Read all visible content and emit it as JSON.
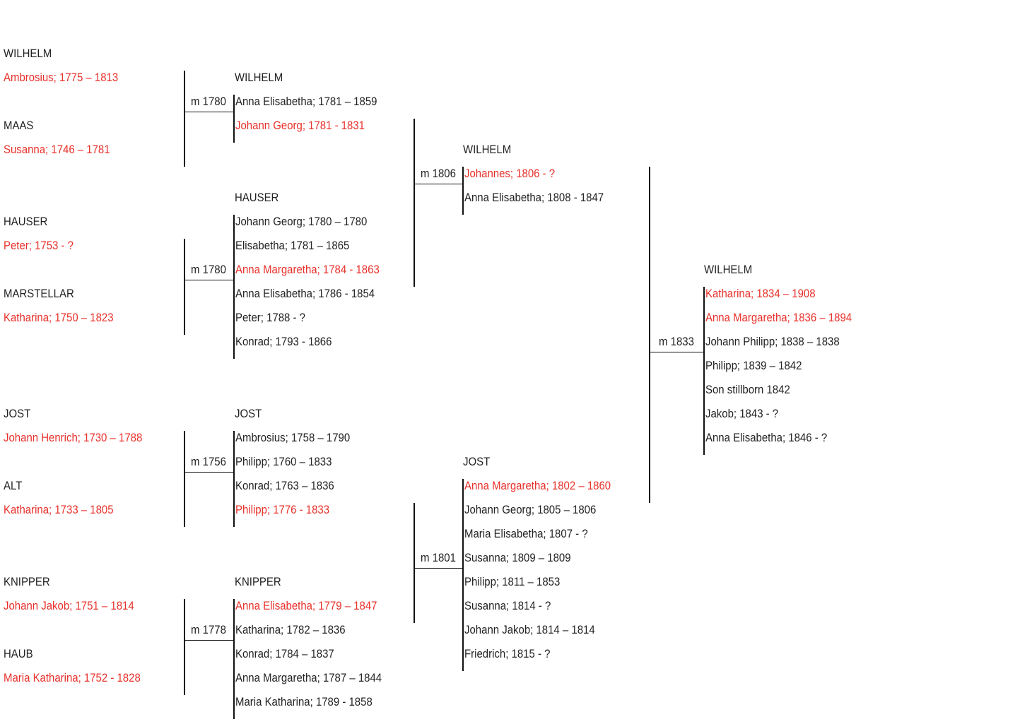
{
  "colors": {
    "text": "#222222",
    "highlight": "#e8302a",
    "line": "#111111"
  },
  "col1": {
    "g1": {
      "surname1": "WILHELM",
      "person1": "Ambrosius; 1775 – 1813",
      "surname2": "MAAS",
      "person2": "Susanna; 1746 – 1781",
      "marriage": "m 1780"
    },
    "g2": {
      "surname1": "HAUSER",
      "person1": "Peter; 1753 - ?",
      "surname2": "MARSTELLAR",
      "person2": "Katharina; 1750 – 1823",
      "marriage": "m 1780"
    },
    "g3": {
      "surname1": "JOST",
      "person1": "Johann Henrich; 1730 – 1788",
      "surname2": "ALT",
      "person2": "Katharina; 1733 – 1805",
      "marriage": "m 1756"
    },
    "g4": {
      "surname1": "KNIPPER",
      "person1": "Johann Jakob; 1751 – 1814",
      "surname2": "HAUB",
      "person2": "Maria Katharina; 1752 - 1828",
      "marriage": "m 1778"
    }
  },
  "col2": {
    "g1": {
      "surname": "WILHELM",
      "children": [
        "Anna Elisabetha; 1781 – 1859",
        "Johann Georg; 1781 - 1831"
      ]
    },
    "g2": {
      "surname": "HAUSER",
      "children": [
        "Johann Georg; 1780 – 1780",
        "Elisabetha; 1781 – 1865",
        "Anna Margaretha; 1784 - 1863",
        "Anna Elisabetha; 1786 - 1854",
        "Peter; 1788 - ?",
        "Konrad; 1793 - 1866"
      ]
    },
    "g3": {
      "surname": "JOST",
      "children": [
        "Ambrosius; 1758 – 1790",
        "Philipp; 1760 – 1833",
        "Konrad; 1763 – 1836",
        "Philipp; 1776 - 1833"
      ]
    },
    "g4": {
      "surname": "KNIPPER",
      "children": [
        "Anna Elisabetha; 1779 – 1847",
        "Katharina; 1782 – 1836",
        "Konrad; 1784 – 1837",
        "Anna Margaretha; 1787 – 1844",
        "Maria Katharina; 1789 - 1858"
      ]
    }
  },
  "col3": {
    "g1": {
      "marriage": "m 1806",
      "surname": "WILHELM",
      "children": [
        "Johannes; 1806 - ?",
        "Anna Elisabetha; 1808 - 1847"
      ]
    },
    "g2": {
      "marriage": "m 1801",
      "surname": "JOST",
      "children": [
        "Anna Margaretha; 1802 – 1860",
        "Johann Georg; 1805 – 1806",
        "Maria Elisabetha; 1807 - ?",
        "Susanna; 1809 – 1809",
        "Philipp; 1811 – 1853",
        "Susanna; 1814 - ?",
        "Johann Jakob; 1814 – 1814",
        "Friedrich; 1815 - ?"
      ]
    }
  },
  "col4": {
    "marriage": "m 1833",
    "surname": "WILHELM",
    "children": [
      "Katharina; 1834 – 1908",
      "Anna Margaretha; 1836 – 1894",
      "Johann Philipp; 1838 – 1838",
      "Philipp; 1839 – 1842",
      "Son stillborn 1842",
      "Jakob; 1843 - ?",
      "Anna Elisabetha; 1846 - ?"
    ]
  }
}
